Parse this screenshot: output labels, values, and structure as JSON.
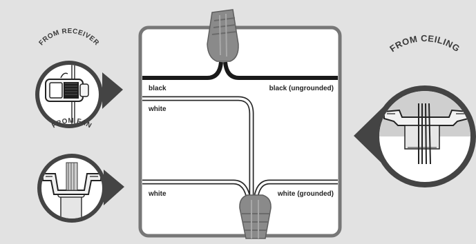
{
  "labels": {
    "from_receiver": "FROM RECEIVER",
    "from_fan": "FROM FAN",
    "from_ceiling": "FROM CEILING"
  },
  "wires": {
    "black_left": "black",
    "black_right": "black (ungrounded)",
    "white_upper": "white",
    "white_lower_left": "white",
    "white_lower_right": "white (grounded)"
  },
  "colors": {
    "background": "#e2e2e2",
    "panel_border": "#777777",
    "black_wire": "#1a1a1a",
    "connector": "#8a8a8a"
  },
  "icons": [
    "wire-nut-icon",
    "receiver-icon",
    "fan-bracket-icon",
    "ceiling-bracket-icon"
  ]
}
